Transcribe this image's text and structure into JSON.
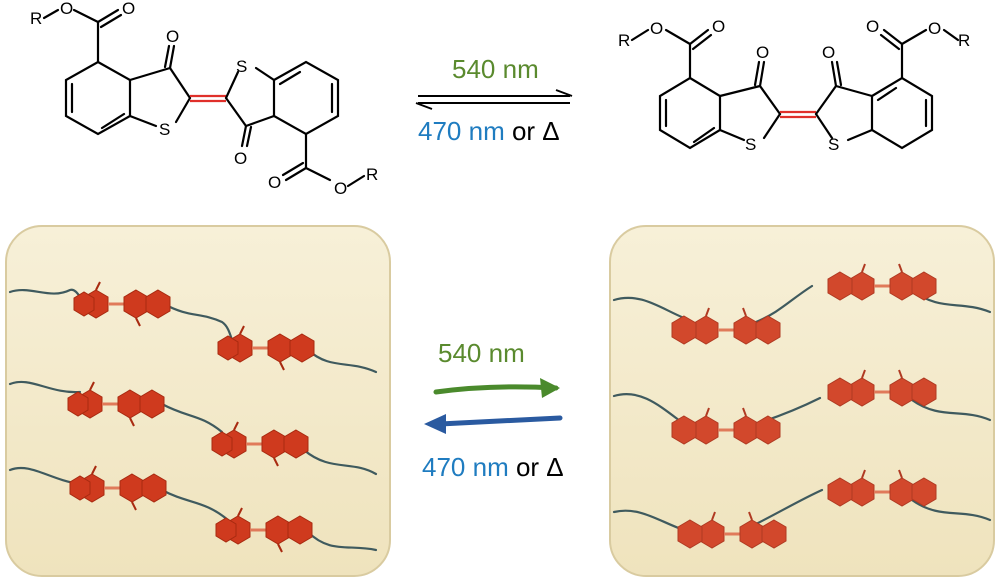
{
  "molecule": {
    "atom_R": "R",
    "atom_O": "O",
    "atom_S": "S"
  },
  "top_arrows": {
    "forward_label": "540 nm",
    "reverse_label_nm": "470 nm",
    "reverse_label_or": " or Δ"
  },
  "bottom_arrows": {
    "forward_label": "540 nm",
    "reverse_label_nm": "470 nm",
    "reverse_label_or": " or Δ"
  },
  "colors": {
    "green_label": "#5a8a2e",
    "blue_label": "#1f7cc0",
    "green_arrow": "#4a8a2c",
    "blue_arrow": "#2a5aa0",
    "panel_fill": "#f2e7c6",
    "panel_edge": "#d9cba0",
    "chromophore": "#cf3a1e",
    "chain": "#3f5a5e"
  }
}
